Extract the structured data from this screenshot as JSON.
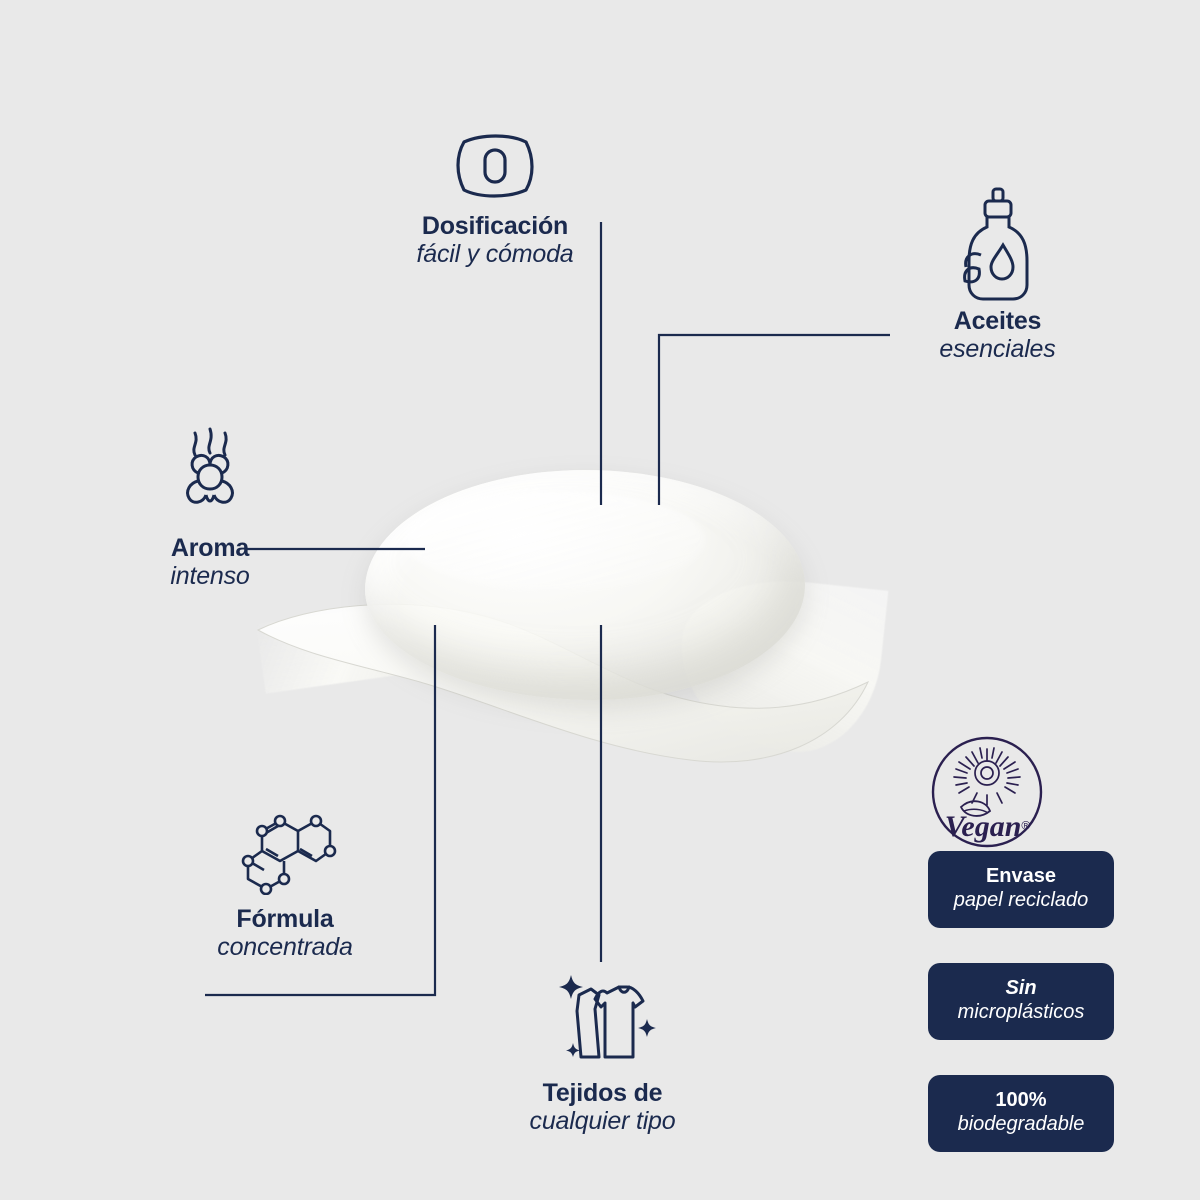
{
  "page": {
    "background_color": "#e9e9e9",
    "accent_color": "#1b2a4e",
    "badge_text_color": "#ffffff"
  },
  "product": {
    "name": "detergent-gel-blob",
    "description": "translucent liquid detergent pod"
  },
  "features": [
    {
      "id": "dosificacion",
      "icon": "dosing-pod-icon",
      "title": "Dosificación",
      "subtitle": "fácil y cómoda"
    },
    {
      "id": "aceites",
      "icon": "essential-oil-bottle-icon",
      "title": "Aceites",
      "subtitle": "esenciales"
    },
    {
      "id": "aroma",
      "icon": "scented-flower-icon",
      "title": "Aroma",
      "subtitle": "intenso"
    },
    {
      "id": "formula",
      "icon": "molecule-icon",
      "title": "Fórmula",
      "subtitle": "concentrada"
    },
    {
      "id": "tejidos",
      "icon": "clothes-sparkle-icon",
      "title": "Tejidos de",
      "subtitle": "cualquier tipo"
    }
  ],
  "badges": {
    "vegan": {
      "icon": "vegan-flower-icon",
      "label": "Vegan",
      "registered_mark": "®"
    },
    "chips": [
      {
        "id": "envase",
        "title": "Envase",
        "title_italic": false,
        "subtitle": "papel reciclado"
      },
      {
        "id": "microplasticos",
        "title": "Sin",
        "title_italic": true,
        "subtitle": "microplásticos"
      },
      {
        "id": "biodegradable",
        "title": "100%",
        "title_italic": false,
        "subtitle": "biodegradable"
      }
    ]
  }
}
